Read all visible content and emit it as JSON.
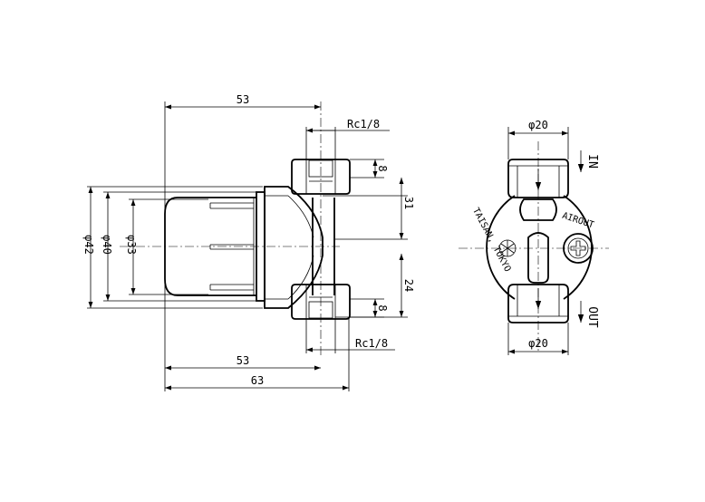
{
  "side_view": {
    "dimensions": {
      "width_top": "53",
      "width_bottom": "53",
      "overall_width": "63",
      "thread_top": "Rc1/8",
      "thread_bottom": "Rc1/8",
      "diameter_42": "φ42",
      "diameter_40": "φ40",
      "diameter_33": "φ33",
      "port_height_top": "8",
      "port_height_bottom": "8",
      "height_31": "31",
      "height_24": "24"
    }
  },
  "front_view": {
    "diameter_top": "φ20",
    "diameter_bottom": "φ20",
    "label_in": "IN",
    "label_out": "OUT",
    "maker_mark": "TAISAN, TOKYO",
    "vent_mark": "AIROUT"
  }
}
